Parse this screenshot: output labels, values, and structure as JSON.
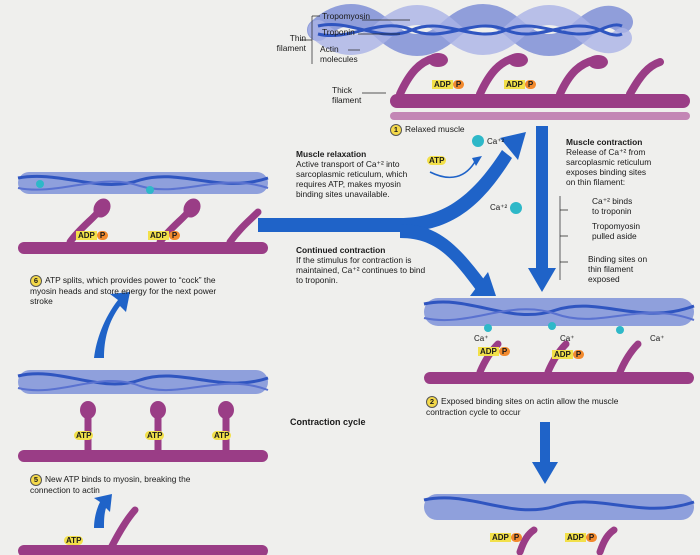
{
  "top_labels": {
    "thin_filament": "Thin\nfilament",
    "tropomyosin": "Tropomyosin",
    "troponin": "Troponin",
    "actin": "Actin\nmolecules",
    "thick_filament": "Thick\nfilament"
  },
  "badges": {
    "adp": "ADP",
    "p": "P",
    "atp": "ATP",
    "ca": "Ca⁺²",
    "ca_short": "Ca⁺"
  },
  "steps": {
    "s1": {
      "num": "1",
      "title": "Relaxed muscle"
    },
    "s2": {
      "num": "2",
      "text": "Exposed binding sites on actin allow the muscle\ncontraction cycle to occur"
    },
    "s5": {
      "num": "5",
      "text": "New ATP binds to myosin, breaking the\nconnection to actin"
    },
    "s6": {
      "num": "6",
      "text": "ATP splits, which provides power to “cock” the\nmyosin heads and store energy for the next power\nstroke"
    }
  },
  "relaxation": {
    "title": "Muscle relaxation",
    "body": "Active transport of Ca⁺² into\nsarcoplasmic reticulum, which\nrequires ATP, makes myosin\nbinding sites unavailable."
  },
  "continued": {
    "title": "Continued contraction",
    "body": "If the stimulus for contraction is\nmaintained, Ca⁺² continues to bind\nto troponin."
  },
  "contraction": {
    "title": "Muscle contraction",
    "body": "Release of Ca⁺² from\nsarcoplasmic reticulum\nexposes binding sites\non thin filament:",
    "bullets": [
      "Ca⁺² binds\nto troponin",
      "Tropomyosin\npulled aside",
      "Binding sites on\nthin filament\nexposed"
    ]
  },
  "cycle_label": "Contraction cycle",
  "colors": {
    "arrow": "#1f63c8",
    "actin": "#7f8fd6",
    "myosin": "#8a2f7a",
    "tropomyosin": "#2f55c0",
    "badge_fill": "#f2e04a",
    "p_fill": "#f28a2e",
    "calcium": "#2eb8c8"
  }
}
